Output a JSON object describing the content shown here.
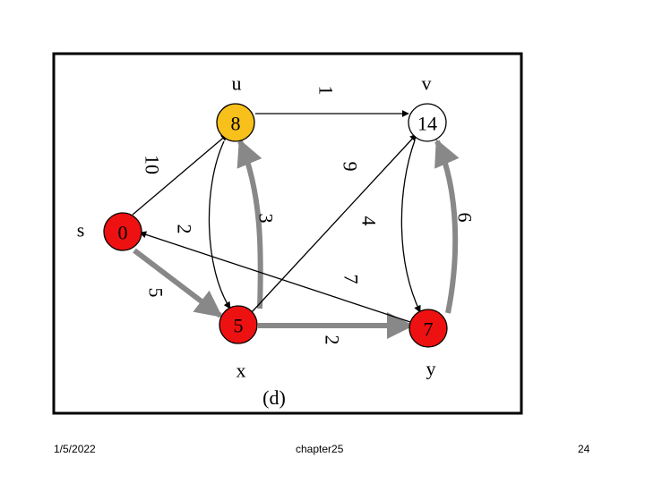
{
  "diagram": {
    "nodes": [
      {
        "id": "s",
        "label": "s",
        "value": "0",
        "fill": "#ee1111"
      },
      {
        "id": "u",
        "label": "u",
        "value": "8",
        "fill": "#f7c01b"
      },
      {
        "id": "v",
        "label": "v",
        "value": "14",
        "fill": "#ffffff"
      },
      {
        "id": "x",
        "label": "x",
        "value": "5",
        "fill": "#ee1111"
      },
      {
        "id": "y",
        "label": "y",
        "value": "7",
        "fill": "#ee1111"
      }
    ],
    "edges": [
      {
        "from": "u",
        "to": "v",
        "weight": "1",
        "highlighted": false
      },
      {
        "from": "s",
        "to": "u",
        "weight": "10",
        "highlighted": false
      },
      {
        "from": "u",
        "to": "x",
        "weight": "2",
        "highlighted": false
      },
      {
        "from": "x",
        "to": "u",
        "weight": "3",
        "highlighted": true
      },
      {
        "from": "x",
        "to": "v",
        "weight": "9",
        "highlighted": false
      },
      {
        "from": "v",
        "to": "y",
        "weight": "4",
        "highlighted": false
      },
      {
        "from": "y",
        "to": "v",
        "weight": "6",
        "highlighted": true
      },
      {
        "from": "s",
        "to": "x",
        "weight": "5",
        "highlighted": true
      },
      {
        "from": "x",
        "to": "y",
        "weight": "2",
        "highlighted": true
      },
      {
        "from": "y",
        "to": "s",
        "weight": "7",
        "highlighted": false
      }
    ],
    "caption": "(d)",
    "colors": {
      "highlight": "#888888",
      "normal": "#000000"
    }
  },
  "footer": {
    "date": "1/5/2022",
    "center": "chapter25",
    "page": "24"
  }
}
